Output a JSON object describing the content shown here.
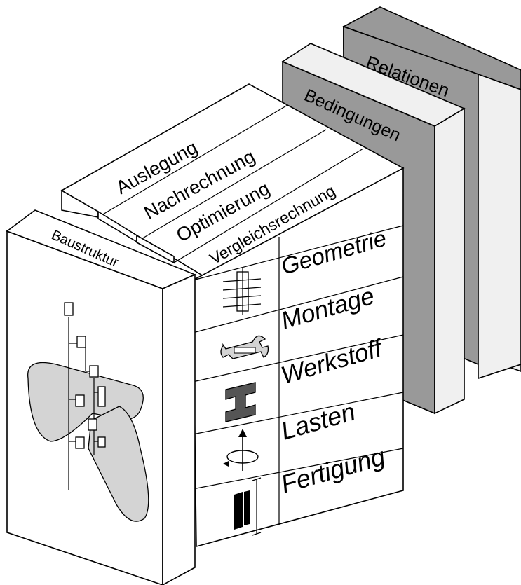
{
  "back_panels": {
    "relationen": "Relationen",
    "bedingungen": "Bedingungen"
  },
  "top_layers": [
    "Auslegung",
    "Nachrechnung",
    "Optimierung",
    "Vergleichsrechnung"
  ],
  "partial_models": [
    {
      "label": "Geometrie",
      "icon": "bolt-joint-icon"
    },
    {
      "label": "Montage",
      "icon": "wrench-icon"
    },
    {
      "label": "Werkstoff",
      "icon": "i-beam-section-icon"
    },
    {
      "label": "Lasten",
      "icon": "torque-force-icon"
    },
    {
      "label": "Fertigung",
      "icon": "tolerance-profile-icon"
    }
  ],
  "front_panel": {
    "title": "Baustruktur"
  },
  "colors": {
    "dark_gray": "#999999",
    "light_gray": "#f0f0f0",
    "mid_gray": "#d4d4d4",
    "white": "#ffffff",
    "ink": "#000000"
  }
}
